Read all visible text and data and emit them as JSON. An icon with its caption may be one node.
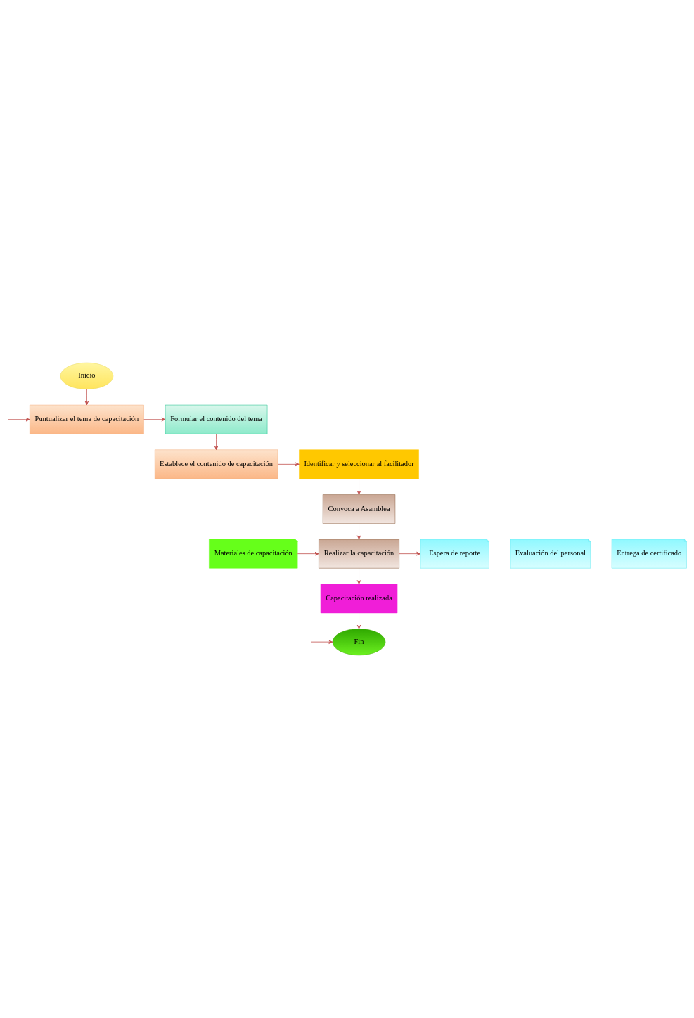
{
  "diagram": {
    "nodes": [
      {
        "text": [
          "Inicio"
        ]
      },
      {
        "text": [
          "Puntualizar el tema de capacitación"
        ]
      },
      {
        "text": [
          "Formular el contenido del tema"
        ]
      },
      {
        "text": [
          "Establece el contenido de capacitación"
        ]
      },
      {
        "text": [
          "Identificar y seleccionar al facilitador"
        ]
      },
      {
        "text": [
          "Convoca a Asamblea"
        ]
      },
      {
        "text": [
          "Materiales de capacitación"
        ]
      },
      {
        "text": [
          "Realizar la capacitación"
        ]
      },
      {
        "text": [
          "Evaluación del personal"
        ]
      },
      {
        "text": [
          "Espera de reporte"
        ]
      },
      {
        "text": [
          "Entrega de certificado"
        ]
      },
      {
        "text": [
          "Capacitación realizada"
        ]
      },
      {
        "text": [
          "Fin"
        ]
      }
    ],
    "edges": [
      {
        "from": 0,
        "to": 1,
        "arrow": "to"
      },
      {
        "from": null,
        "to": 1,
        "arrow": "to"
      },
      {
        "from": 1,
        "to": 2,
        "arrow": "to"
      },
      {
        "from": 2,
        "to": 3,
        "arrow": "to"
      },
      {
        "from": 3,
        "to": 4,
        "arrow": "to"
      },
      {
        "from": 4,
        "to": 5,
        "arrow": "to"
      },
      {
        "from": 5,
        "to": 7,
        "arrow": "to"
      },
      {
        "from": 6,
        "to": 7,
        "arrow": "to"
      },
      {
        "from": 7,
        "to": 9,
        "arrow": "to"
      },
      {
        "from": 7,
        "to": 11,
        "arrow": "to"
      },
      {
        "from": 11,
        "to": 12,
        "arrow": "to"
      },
      {
        "from": null,
        "to": 12,
        "arrow": "to"
      }
    ]
  }
}
